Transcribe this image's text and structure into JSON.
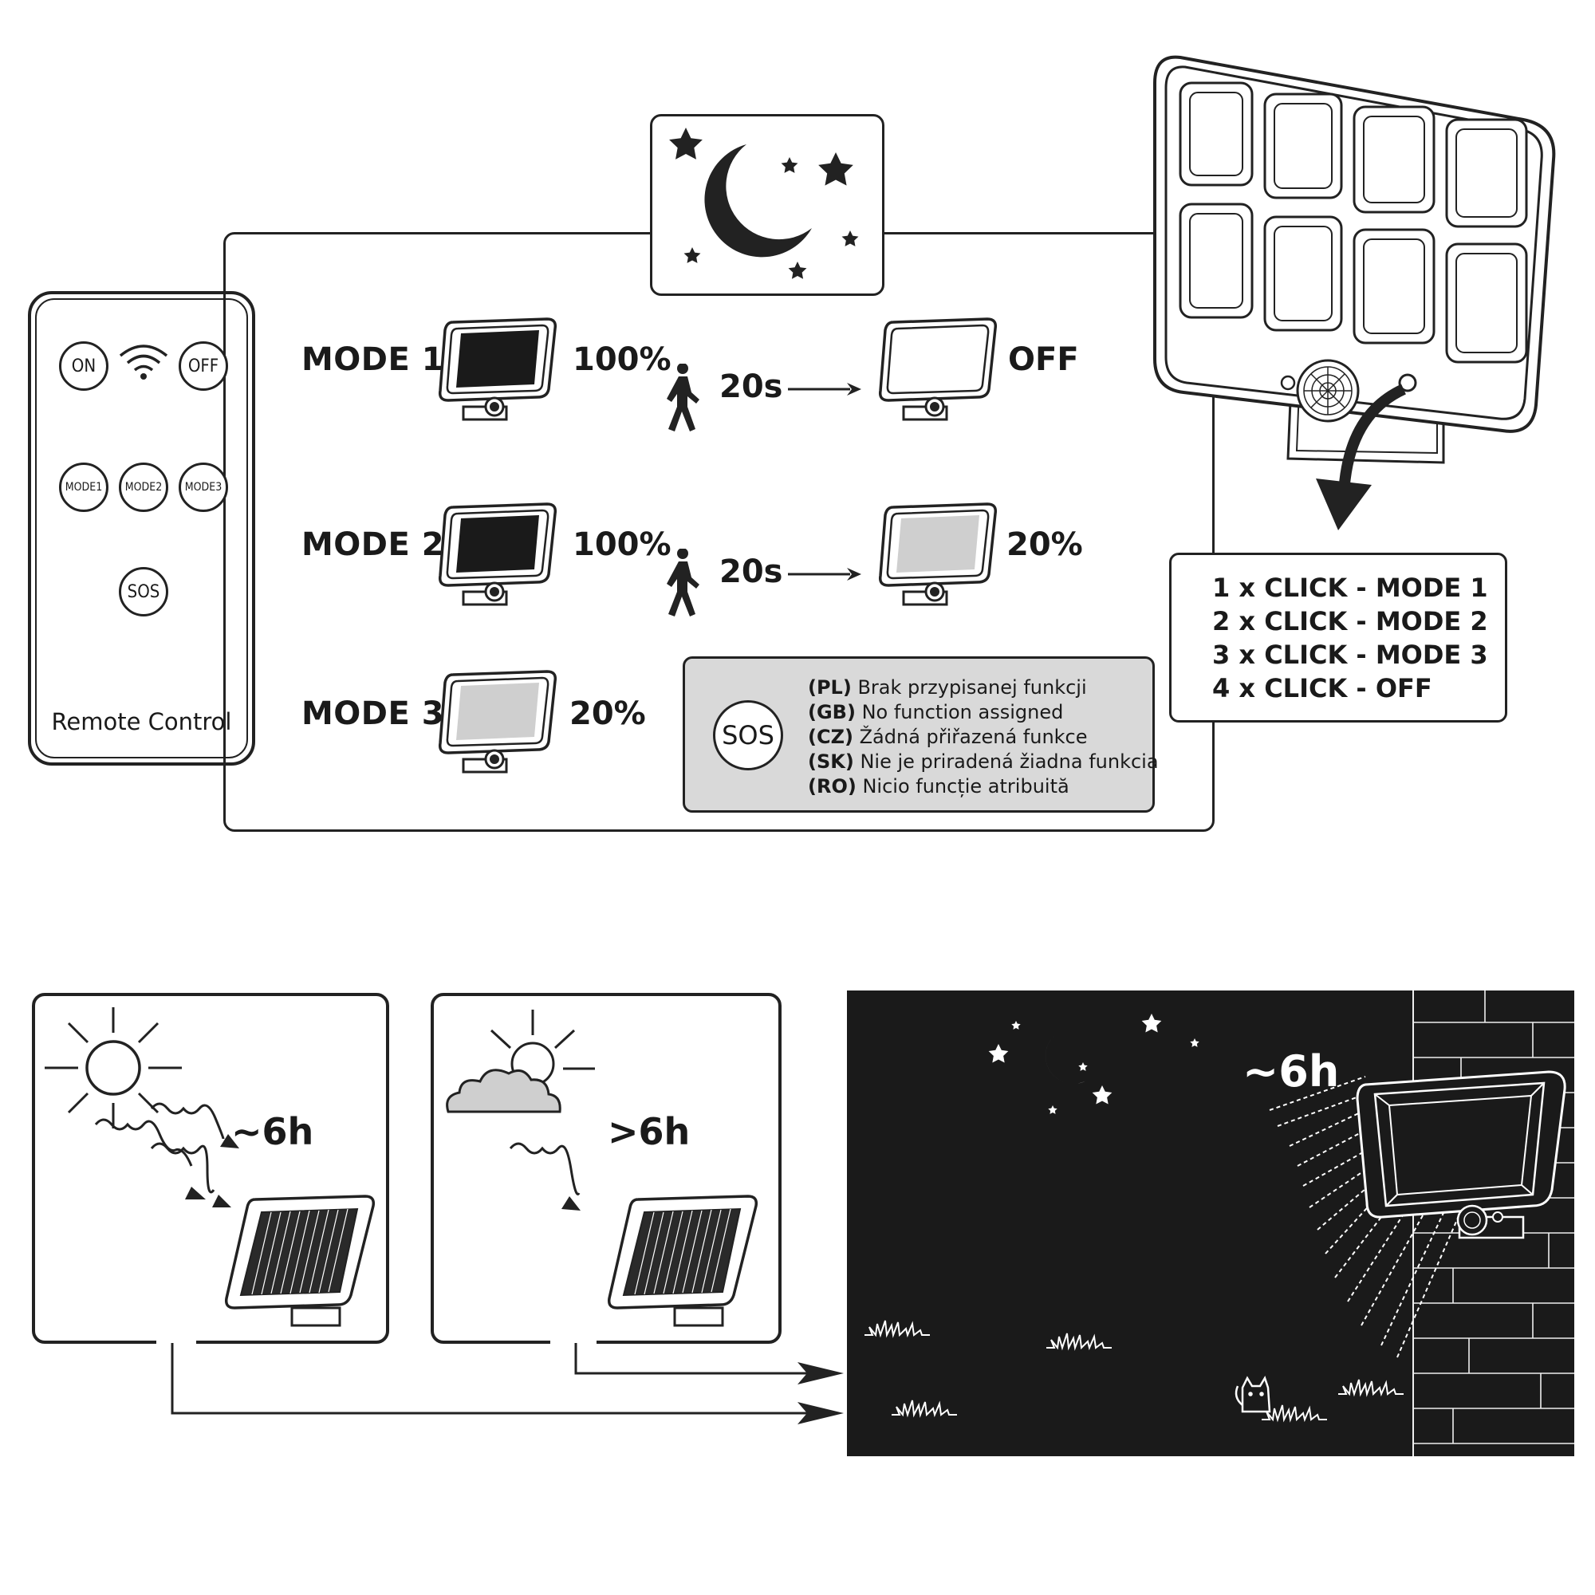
{
  "modes": [
    {
      "label": "MODE 1",
      "brightness": "100%",
      "delay": "20s",
      "after": "OFF"
    },
    {
      "label": "MODE 2",
      "brightness": "100%",
      "delay": "20s",
      "after": "20%"
    },
    {
      "label": "MODE 3",
      "brightness": "20%"
    }
  ],
  "remote": {
    "on": "ON",
    "off": "OFF",
    "mode1": "MODE1",
    "mode2": "MODE2",
    "mode3": "MODE3",
    "sos": "SOS",
    "caption": "Remote Control"
  },
  "sos_box": {
    "icon_label": "SOS",
    "lines": [
      {
        "code": "(PL)",
        "text": "Brak przypisanej funkcji"
      },
      {
        "code": "(GB)",
        "text": "No function assigned"
      },
      {
        "code": "(CZ)",
        "text": "Žádná přiřazená funkce"
      },
      {
        "code": "(SK)",
        "text": "Nie je priradená žiadna funkcia"
      },
      {
        "code": "(RO)",
        "text": "Nicio funcție atribuită"
      }
    ]
  },
  "clicks": [
    "1 x CLICK - MODE 1",
    "2 x CLICK - MODE 2",
    "3 x CLICK - MODE 3",
    "4 x CLICK - OFF"
  ],
  "charging": {
    "sunny_time": "~6h",
    "cloudy_time": ">6h",
    "night_time": "~6h"
  },
  "icons": [
    "remote-control-icon",
    "signal-icon",
    "moon-icon",
    "star-icon",
    "solar-panel-icon",
    "motion-sensor-icon",
    "person-walking-icon",
    "sun-icon",
    "cloud-icon",
    "wave-arrow-icon",
    "floodlight-icon",
    "grass-icon",
    "cat-icon",
    "brick-wall-icon"
  ],
  "colors": {
    "line": "#222222",
    "sos_fill": "#d9d9d9",
    "night": "#1a1a1a"
  }
}
